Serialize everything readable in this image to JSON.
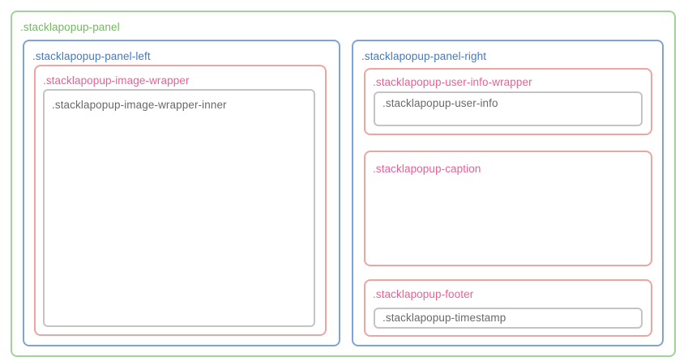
{
  "diagram": {
    "panel": {
      "label": ".stacklapopup-panel"
    },
    "panel_left": {
      "label": ".stacklapopup-panel-left"
    },
    "image_wrapper": {
      "label": ".stacklapopup-image-wrapper"
    },
    "image_wrapper_inner": {
      "label": ".stacklapopup-image-wrapper-inner"
    },
    "panel_right": {
      "label": ".stacklapopup-panel-right"
    },
    "user_info_wrapper": {
      "label": ".stacklapopup-user-info-wrapper"
    },
    "user_info": {
      "label": ".stacklapopup-user-info"
    },
    "caption": {
      "label": ".stacklapopup-caption"
    },
    "footer": {
      "label": ".stacklapopup-footer"
    },
    "timestamp": {
      "label": ".stacklapopup-timestamp"
    }
  },
  "colors": {
    "panel_border": "#a2d396",
    "panel_text": "#6abf55",
    "column_border": "#7ea4d6",
    "column_text": "#4579c2",
    "section_border": "#eba6a2",
    "section_text": "#ec5e95",
    "inner_border": "#c4c4c4",
    "inner_text": "#696969",
    "canvas_bg": "#ffffff"
  }
}
